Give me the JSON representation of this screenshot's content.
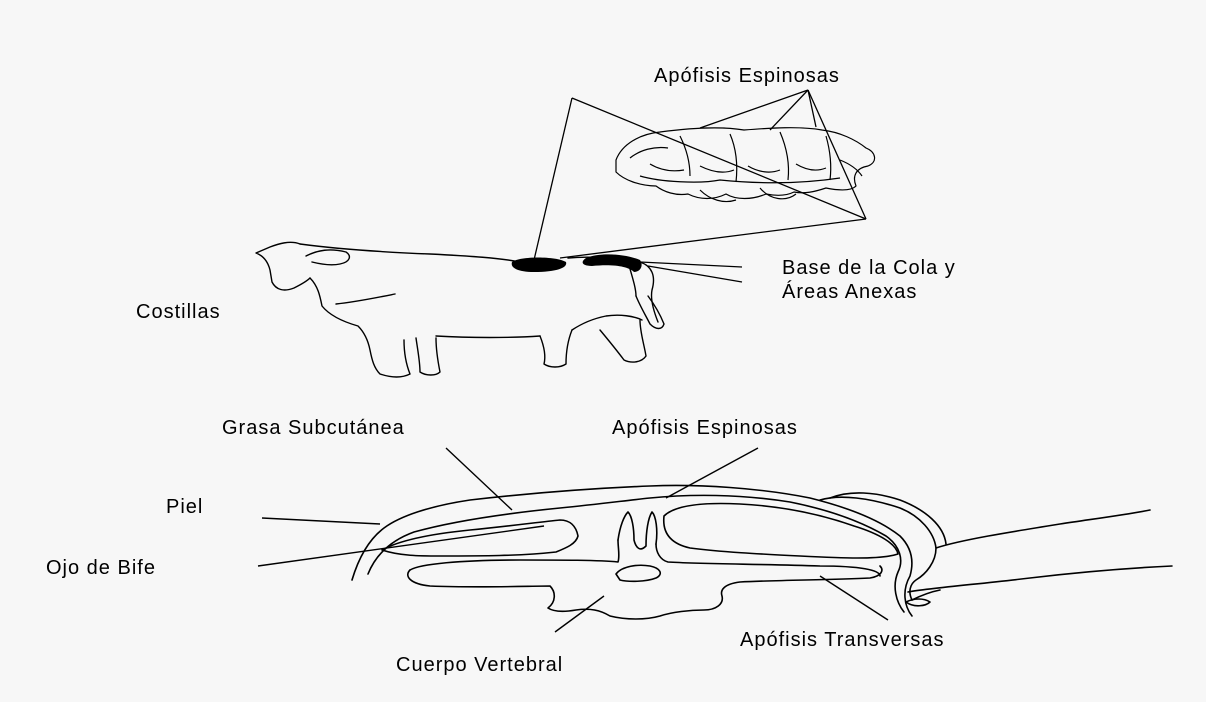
{
  "top_diagram": {
    "labels": {
      "apofisis_espinosas": "Apófisis Espinosas",
      "base_cola_line1": "Base de la Cola y",
      "base_cola_line2": "Áreas Anexas",
      "costillas": "Costillas"
    }
  },
  "cross_section": {
    "labels": {
      "grasa_subcutanea": "Grasa Subcutánea",
      "apofisis_espinosas": "Apófisis Espinosas",
      "piel": "Piel",
      "ojo_de_bife": "Ojo de Bife",
      "cuerpo_vertebral": "Cuerpo Vertebral",
      "apofisis_transversas": "Apófisis Transversas"
    }
  }
}
